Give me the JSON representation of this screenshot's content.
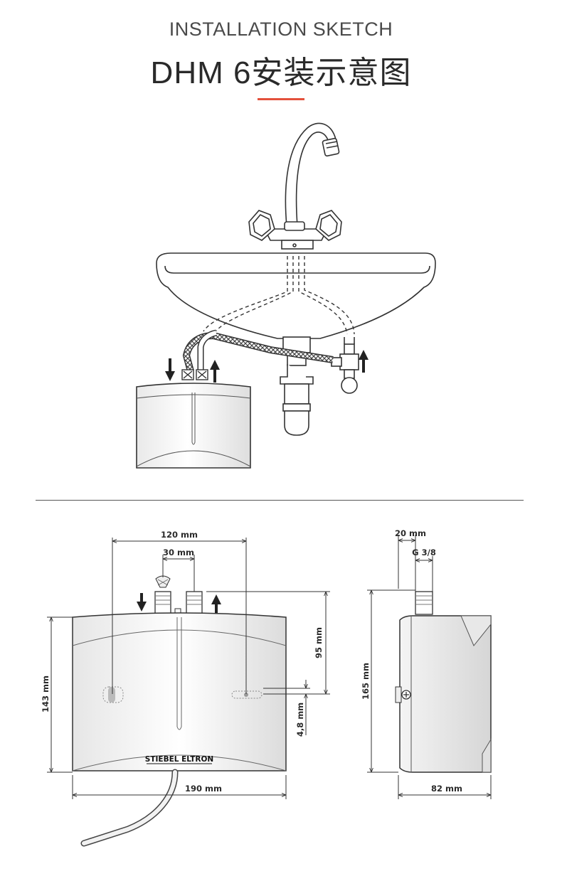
{
  "header": {
    "subtitle": "INSTALLATION SKETCH",
    "title": "DHM 6安装示意图",
    "accent_color": "#e4503c"
  },
  "front_view": {
    "dim_width_top": "120 mm",
    "dim_spacing": "30 mm",
    "dim_depth": "95 mm",
    "dim_offset": "4,8 mm",
    "dim_height": "143 mm",
    "dim_width": "190 mm",
    "brand": "STIEBEL ELTRON"
  },
  "side_view": {
    "dim_top": "20 mm",
    "dim_thread": "G 3/8",
    "dim_height": "165 mm",
    "dim_depth": "82 mm"
  },
  "icons": [
    "arrow-down-icon",
    "arrow-up-icon",
    "filter-icon",
    "screw-icon"
  ]
}
